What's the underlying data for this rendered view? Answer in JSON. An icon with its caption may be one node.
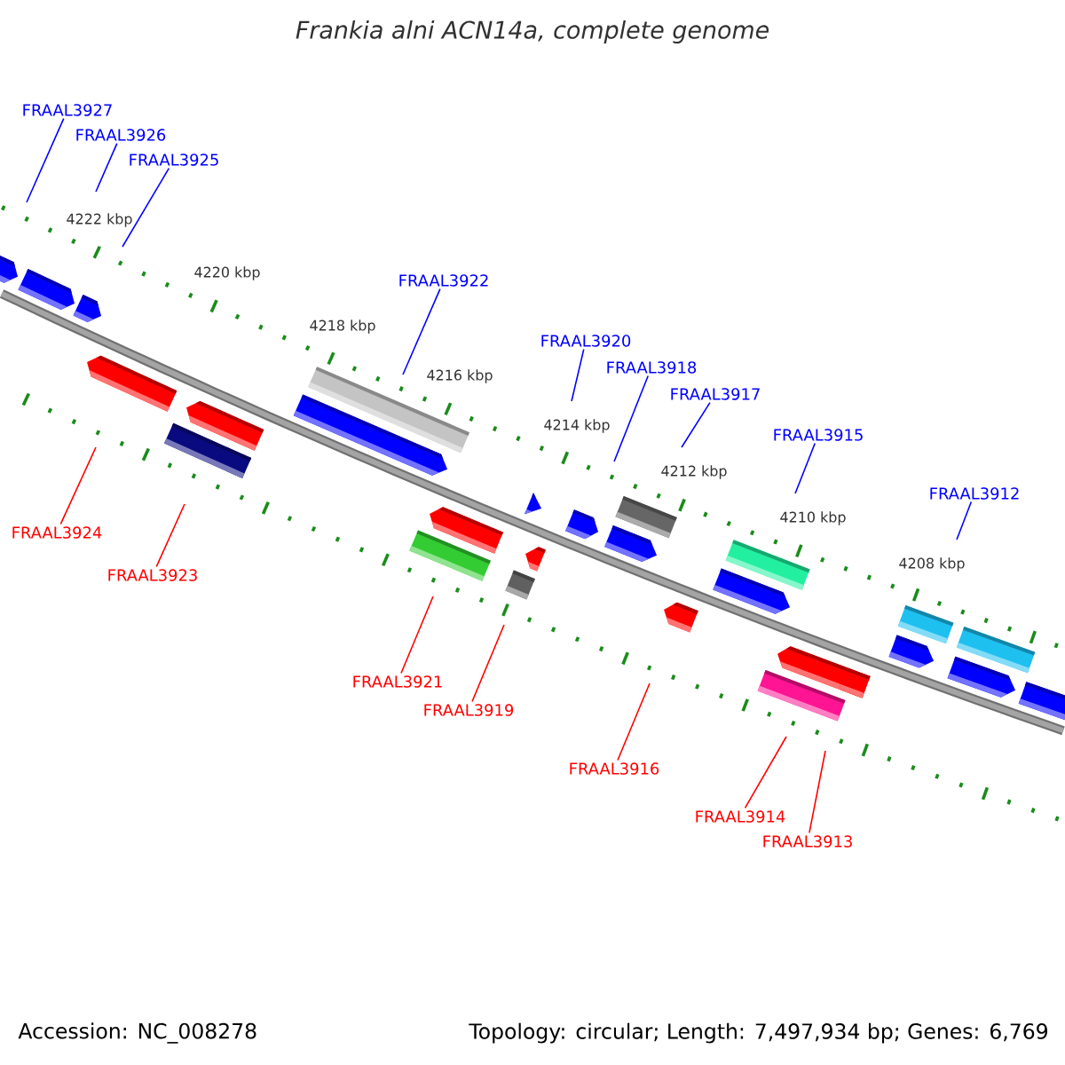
{
  "diagram": {
    "title": "Frankia alni ACN14a, complete genome",
    "nodes": [
      {
        "text": [
          "FRAAL3927"
        ]
      },
      {
        "text": [
          "FRAAL3926"
        ]
      },
      {
        "text": [
          "FRAAL3925"
        ]
      },
      {
        "text": [
          "FRAAL3922"
        ]
      },
      {
        "text": [
          "FRAAL3920"
        ]
      },
      {
        "text": [
          "FRAAL3918"
        ]
      },
      {
        "text": [
          "FRAAL3917"
        ]
      },
      {
        "text": [
          "FRAAL3915"
        ]
      },
      {
        "text": [
          "FRAAL3912"
        ]
      },
      {
        "text": [
          "FRAAL3924"
        ]
      },
      {
        "text": [
          "FRAAL3923"
        ]
      },
      {
        "text": [
          "FRAAL3921"
        ]
      },
      {
        "text": [
          "FRAAL3919"
        ]
      },
      {
        "text": [
          "FRAAL3916"
        ]
      },
      {
        "text": [
          "FRAAL3914"
        ]
      },
      {
        "text": [
          "FRAAL3913"
        ]
      }
    ],
    "edges": [
      {
        "from": 0,
        "to": null,
        "arrow": "none"
      },
      {
        "from": 1,
        "to": null,
        "arrow": "none"
      },
      {
        "from": 2,
        "to": null,
        "arrow": "none"
      },
      {
        "from": 3,
        "to": null,
        "arrow": "none"
      },
      {
        "from": 4,
        "to": null,
        "arrow": "none"
      },
      {
        "from": 5,
        "to": null,
        "arrow": "none"
      },
      {
        "from": 6,
        "to": null,
        "arrow": "none"
      },
      {
        "from": 7,
        "to": null,
        "arrow": "none"
      },
      {
        "from": 8,
        "to": null,
        "arrow": "none"
      },
      {
        "from": 9,
        "to": null,
        "arrow": "none",
        "color": "#ff0000"
      },
      {
        "from": 10,
        "to": null,
        "arrow": "none",
        "color": "#ff0000"
      },
      {
        "from": 11,
        "to": null,
        "arrow": "none",
        "color": "#ff0000"
      },
      {
        "from": 12,
        "to": null,
        "arrow": "none",
        "color": "#ff0000"
      },
      {
        "from": 13,
        "to": null,
        "arrow": "none",
        "color": "#ff0000"
      },
      {
        "from": 14,
        "to": null,
        "arrow": "none",
        "color": "#ff0000"
      },
      {
        "from": 15,
        "to": null,
        "arrow": "none",
        "color": "#ff0000"
      }
    ],
    "labels": [
      "4222 kbp",
      "4220 kbp",
      "4218 kbp",
      "4216 kbp",
      "4214 kbp",
      "4212 kbp",
      "4210 kbp",
      "4208 kbp",
      "Accession: NC_008278",
      "Topology: circular; Length: 7,497,934 bp; Genes: 6,769"
    ]
  }
}
